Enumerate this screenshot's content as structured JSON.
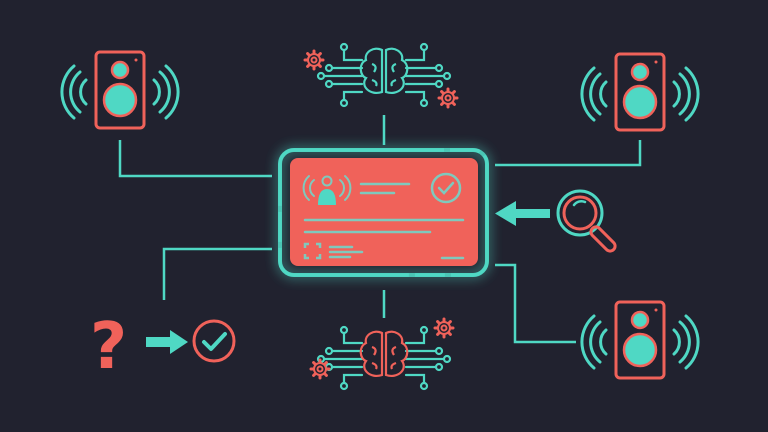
{
  "colors": {
    "background": "#21222f",
    "teal": "#4fd8c4",
    "coral": "#f0625a",
    "card_fill": "#f0625a",
    "card_line": "#7fc9bd"
  },
  "diagram": {
    "central_card": {
      "label": "smart-device-identity-card",
      "elements": [
        "user-broadcast-icon",
        "text-lines",
        "check-circle-icon",
        "scan-frame-icon",
        "dash"
      ]
    },
    "nodes": [
      {
        "id": "speaker-top-left",
        "icon": "speaker-icon"
      },
      {
        "id": "speaker-top-right",
        "icon": "speaker-icon"
      },
      {
        "id": "speaker-bottom-right",
        "icon": "speaker-icon"
      },
      {
        "id": "brain-top",
        "icon": "ai-brain-circuit-icon"
      },
      {
        "id": "brain-bottom",
        "icon": "ai-brain-circuit-icon"
      },
      {
        "id": "magnifier",
        "icon": "search-icon"
      },
      {
        "id": "question-to-check",
        "icon": "question-arrow-check-icon"
      }
    ],
    "connections": [
      {
        "from": "speaker-top-left",
        "to": "central_card"
      },
      {
        "from": "speaker-top-right",
        "to": "central_card"
      },
      {
        "from": "brain-top",
        "to": "central_card"
      },
      {
        "from": "brain-bottom",
        "to": "central_card"
      },
      {
        "from": "magnifier",
        "to": "central_card",
        "arrow": true
      },
      {
        "from": "central_card",
        "to": "question-to-check"
      },
      {
        "from": "central_card",
        "to": "speaker-bottom-right"
      }
    ]
  }
}
